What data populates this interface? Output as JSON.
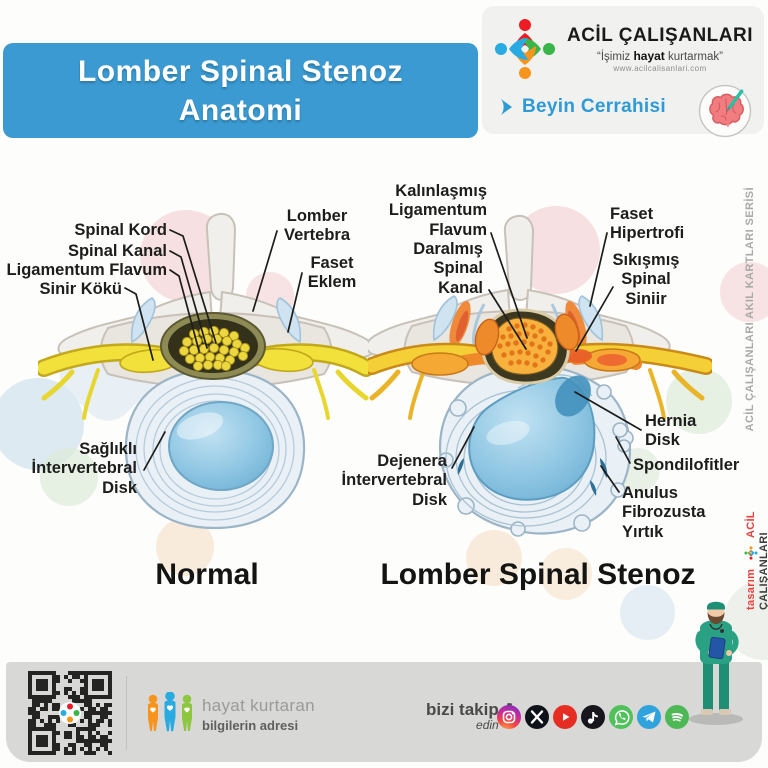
{
  "colors": {
    "banner_blue": "#3a9ad1",
    "category_blue": "#2e9ad6",
    "logo_red": "#ed1c24",
    "logo_green": "#39b54a",
    "logo_orange": "#f7941d",
    "logo_blue": "#29abe2",
    "footer_bar_gray": "#d8d8d6",
    "accent_red": "#e8413c"
  },
  "header": {
    "title_line1": "Lomber Spinal Stenoz",
    "title_line2": "Anatomi",
    "brand_name": "ACİL ÇALIŞANLARI",
    "tagline_prefix": "“İşimiz",
    "tagline_bold": "hayat",
    "tagline_suffix": "kurtarmak”",
    "website": "www.acilcalisanlari.com",
    "category": "Beyin Cerrahisi"
  },
  "diagram_normal": {
    "caption": "Normal",
    "label_spinal_kord": "Spinal Kord",
    "label_spinal_kanal": "Spinal Kanal",
    "label_ligamentum_flavum": "Ligamentum Flavum",
    "label_sinir_koku": "Sinir Kökü",
    "label_lomber_vertebra": "Lomber\nVertebra",
    "label_faset_eklem": "Faset\nEklem",
    "label_disk": "Sağlıklı\nİntervertebral\nDisk"
  },
  "diagram_stenoz": {
    "caption": "Lomber Spinal Stenoz",
    "label_ligamentum": "Kalınlaşmış\nLigamentum\nFlavum",
    "label_kanal": "Daralmış\nSpinal\nKanal",
    "label_faset": "Faset\nHipertrofi",
    "label_sinir": "Sıkışmış\nSpinal\nSiniir",
    "label_hernia": "Hernia\nDisk",
    "label_spondilofitler": "Spondilofitler",
    "label_anulus": "Anulus\nFibrozusta\nYırtık",
    "label_dejenere": "Dejenera\nİntervertebral\nDisk"
  },
  "sidebar": {
    "series": "ACİL ÇALIŞANLARI AKIL KARTLARI SERİSİ",
    "design_word": "tasarım",
    "brand_red": "ACİL",
    "brand_rest": "ÇALIŞANLARI"
  },
  "footer": {
    "slogan_line1": "hayat kurtaran",
    "slogan_line2": "bilgilerin adresi",
    "follow_line1": "bizi takip",
    "follow_line2": "edin",
    "follow_mark": "!",
    "social_icons": [
      "instagram-icon",
      "x-icon",
      "youtube-icon",
      "tiktok-icon",
      "whatsapp-icon",
      "telegram-icon",
      "spotify-icon"
    ]
  }
}
